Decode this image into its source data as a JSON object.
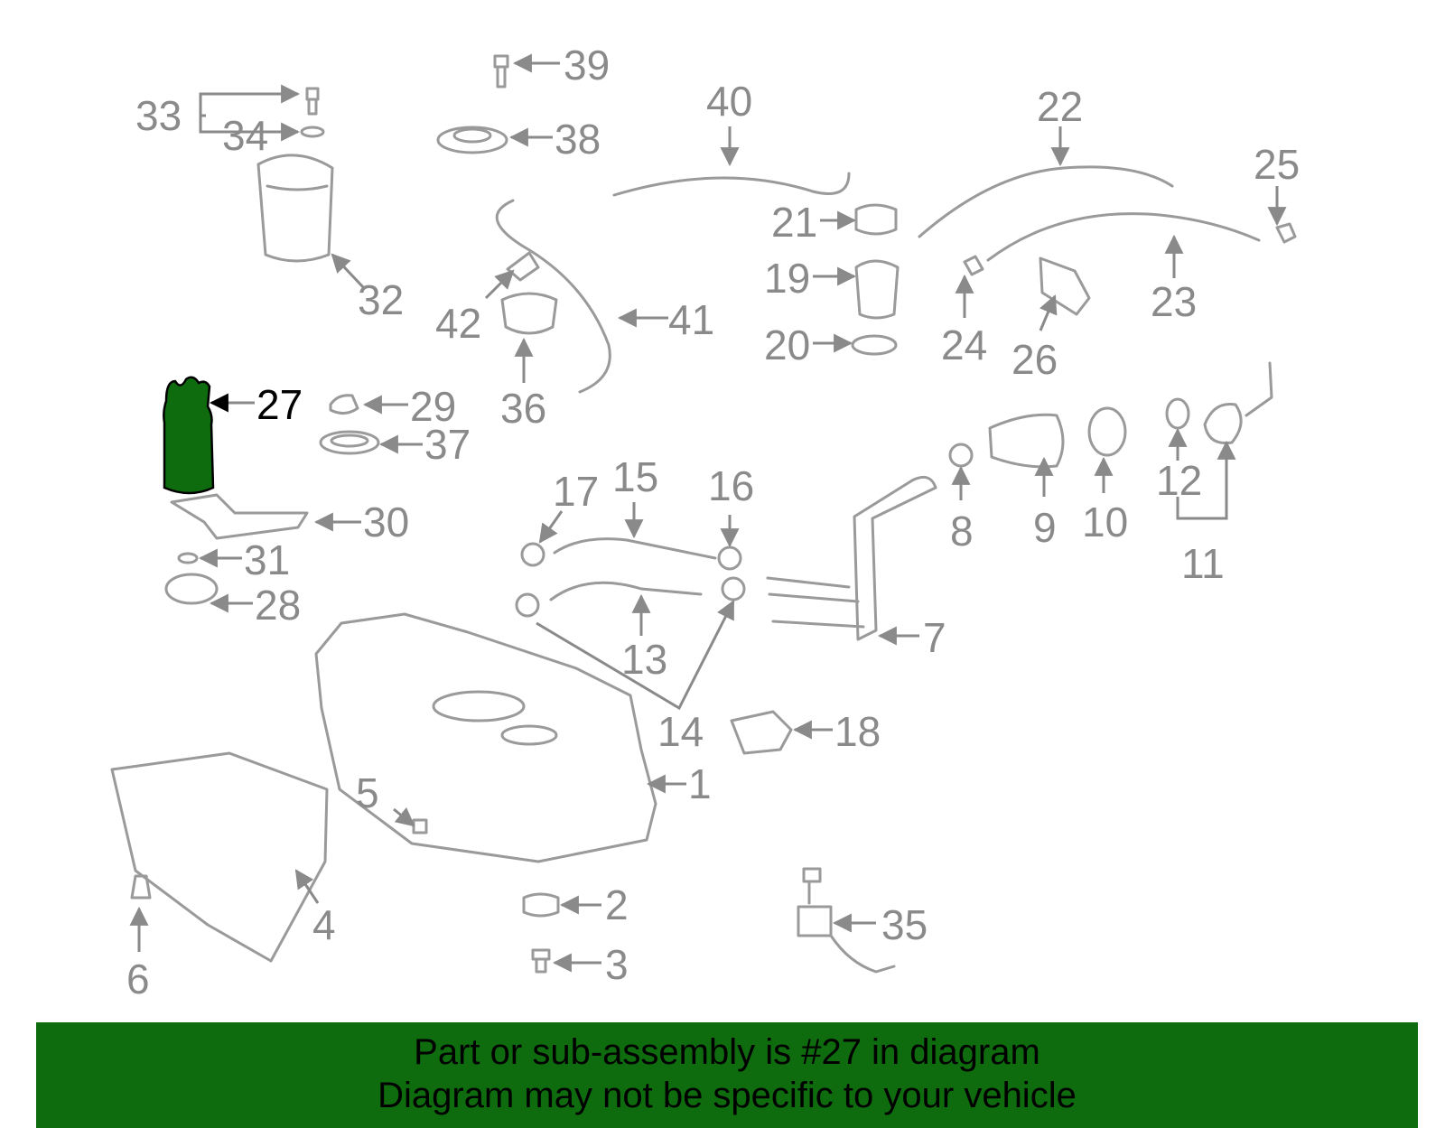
{
  "diagram": {
    "highlight_color": "#0e6b0e",
    "line_color": "#9a9a9a",
    "highlighted_part": "27",
    "callouts": [
      "1",
      "2",
      "3",
      "4",
      "5",
      "6",
      "7",
      "8",
      "9",
      "10",
      "11",
      "12",
      "13",
      "14",
      "15",
      "16",
      "17",
      "18",
      "19",
      "20",
      "21",
      "22",
      "23",
      "24",
      "25",
      "26",
      "27",
      "28",
      "29",
      "30",
      "31",
      "32",
      "33",
      "34",
      "35",
      "36",
      "37",
      "38",
      "39",
      "40",
      "41",
      "42"
    ]
  },
  "banner": {
    "line1": "Part or sub-assembly is #27 in diagram",
    "line2": "Diagram may not be specific to your vehicle",
    "background": "#0e6b0e"
  }
}
